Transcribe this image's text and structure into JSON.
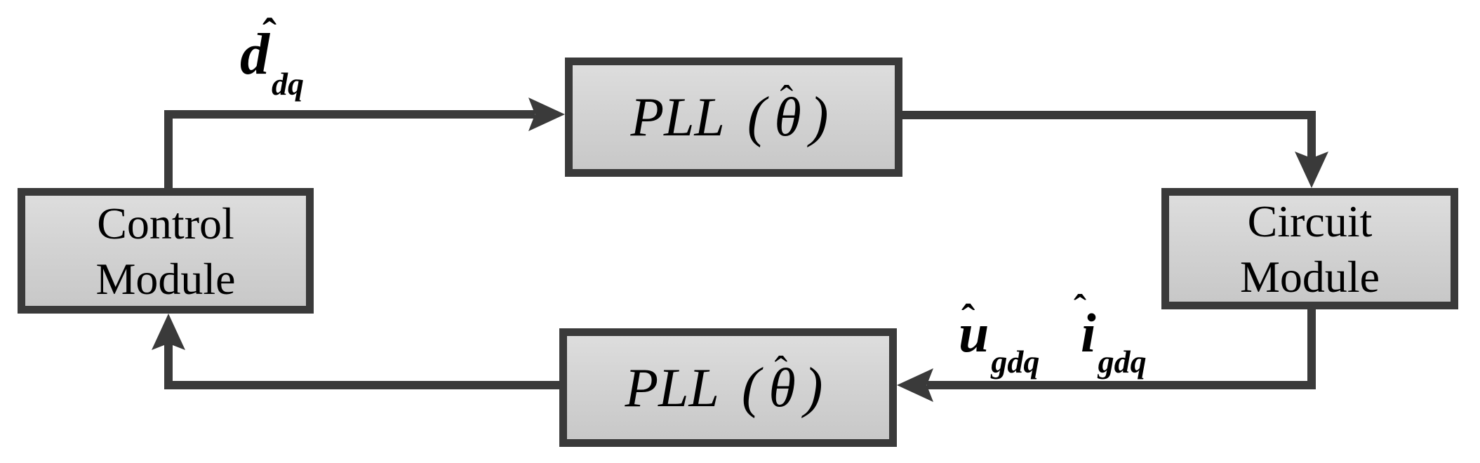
{
  "diagram": {
    "boxes": {
      "control_module": {
        "line1": "Control",
        "line2": "Module"
      },
      "circuit_module": {
        "line1": "Circuit",
        "line2": "Module"
      },
      "pll_top": {
        "name": "PLL",
        "open": "(",
        "theta": "θ",
        "hat": "ˆ",
        "close": ")"
      },
      "pll_bottom": {
        "name": "PLL",
        "open": "(",
        "theta": "θ",
        "hat": "ˆ",
        "close": ")"
      }
    },
    "signals": {
      "d_dq": {
        "hat": "ˆ",
        "base": "d",
        "sub": "dq"
      },
      "u_gdq": {
        "hat": "ˆ",
        "base": "u",
        "sub": "gdq"
      },
      "i_gdq": {
        "hat": "ˆ",
        "base": "i",
        "sub": "gdq"
      }
    },
    "colors": {
      "line": "#3a3a3a",
      "box_fill_top": "#dddddd",
      "box_fill_bottom": "#c8c8c8",
      "text": "#000000",
      "background": "#ffffff"
    }
  }
}
